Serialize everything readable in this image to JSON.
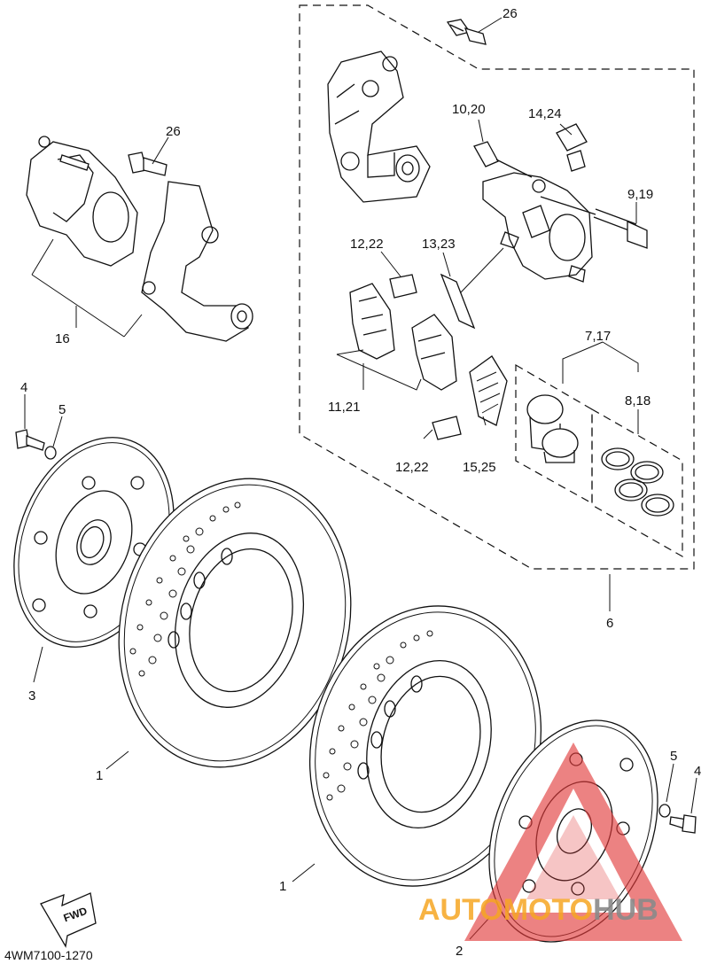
{
  "diagram": {
    "code": "4WM7100-1270",
    "fwd_label": "FWD",
    "callouts": [
      {
        "id": "c-26a",
        "text": "26"
      },
      {
        "id": "c-26b",
        "text": "26"
      },
      {
        "id": "c-1020",
        "text": "10,20"
      },
      {
        "id": "c-1424",
        "text": "14,24"
      },
      {
        "id": "c-919",
        "text": "9,19"
      },
      {
        "id": "c-1222a",
        "text": "12,22"
      },
      {
        "id": "c-1323",
        "text": "13,23"
      },
      {
        "id": "c-717",
        "text": "7,17"
      },
      {
        "id": "c-818",
        "text": "8,18"
      },
      {
        "id": "c-16",
        "text": "16"
      },
      {
        "id": "c-1121",
        "text": "11,21"
      },
      {
        "id": "c-1222b",
        "text": "12,22"
      },
      {
        "id": "c-1525",
        "text": "15,25"
      },
      {
        "id": "c-4a",
        "text": "4"
      },
      {
        "id": "c-5a",
        "text": "5"
      },
      {
        "id": "c-6",
        "text": "6"
      },
      {
        "id": "c-3",
        "text": "3"
      },
      {
        "id": "c-1a",
        "text": "1"
      },
      {
        "id": "c-1b",
        "text": "1"
      },
      {
        "id": "c-5b",
        "text": "5"
      },
      {
        "id": "c-4b",
        "text": "4"
      },
      {
        "id": "c-2",
        "text": "2"
      }
    ]
  },
  "watermark": {
    "part1": "AUTO",
    "part2": "MOTO",
    "part3": "HUB",
    "color_orange": "#f6a623",
    "color_red": "#e23b3b",
    "color_gray": "#8a8a8a"
  }
}
